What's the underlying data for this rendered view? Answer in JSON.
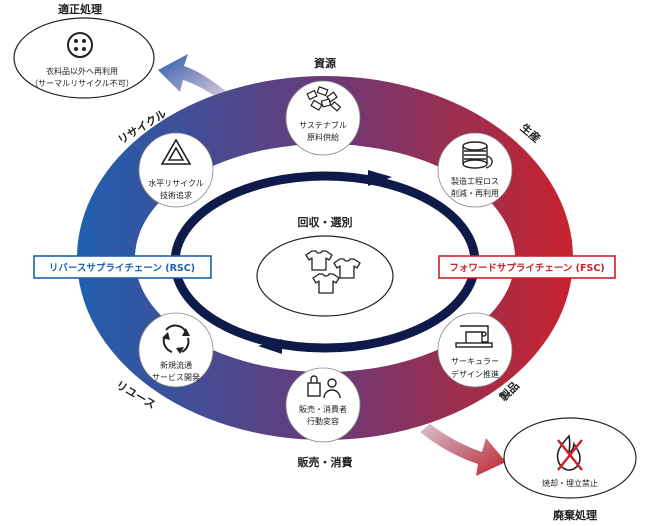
{
  "top_left_box": {
    "title": "適正処理",
    "line1": "衣料品以外へ再利用",
    "line2": "（サーマルリサイクル不可）"
  },
  "bottom_right_box": {
    "title": "廃棄処理",
    "line1": "焼却・埋立禁止"
  },
  "ring_labels": {
    "top": "資源",
    "top_right": "生産",
    "bottom_right": "製品",
    "bottom": "販売・消費",
    "bottom_left": "リユース",
    "top_left": "リサイクル"
  },
  "circles": {
    "top": {
      "line1": "サステナブル",
      "line2": "原料供給"
    },
    "top_right": {
      "line1": "製造工程ロス",
      "line2": "削減・再利用"
    },
    "bottom_right": {
      "line1": "サーキュラー",
      "line2": "デザイン推進"
    },
    "bottom": {
      "line1": "販売・消費者",
      "line2": "行動変容"
    },
    "bottom_left": {
      "line1": "新規流通",
      "line2": "サービス開発"
    },
    "top_left": {
      "line1": "水平リサイクル",
      "line2": "技術追求"
    }
  },
  "center": {
    "title": "回収・選別"
  },
  "side_boxes": {
    "left": "リバースサプライチェーン (RSC)",
    "right": "フォワードサプライチェーン (FSC)"
  },
  "colors": {
    "blue": "#1f5fb0",
    "red": "#c8232c",
    "navy": "#0e1b4a"
  }
}
